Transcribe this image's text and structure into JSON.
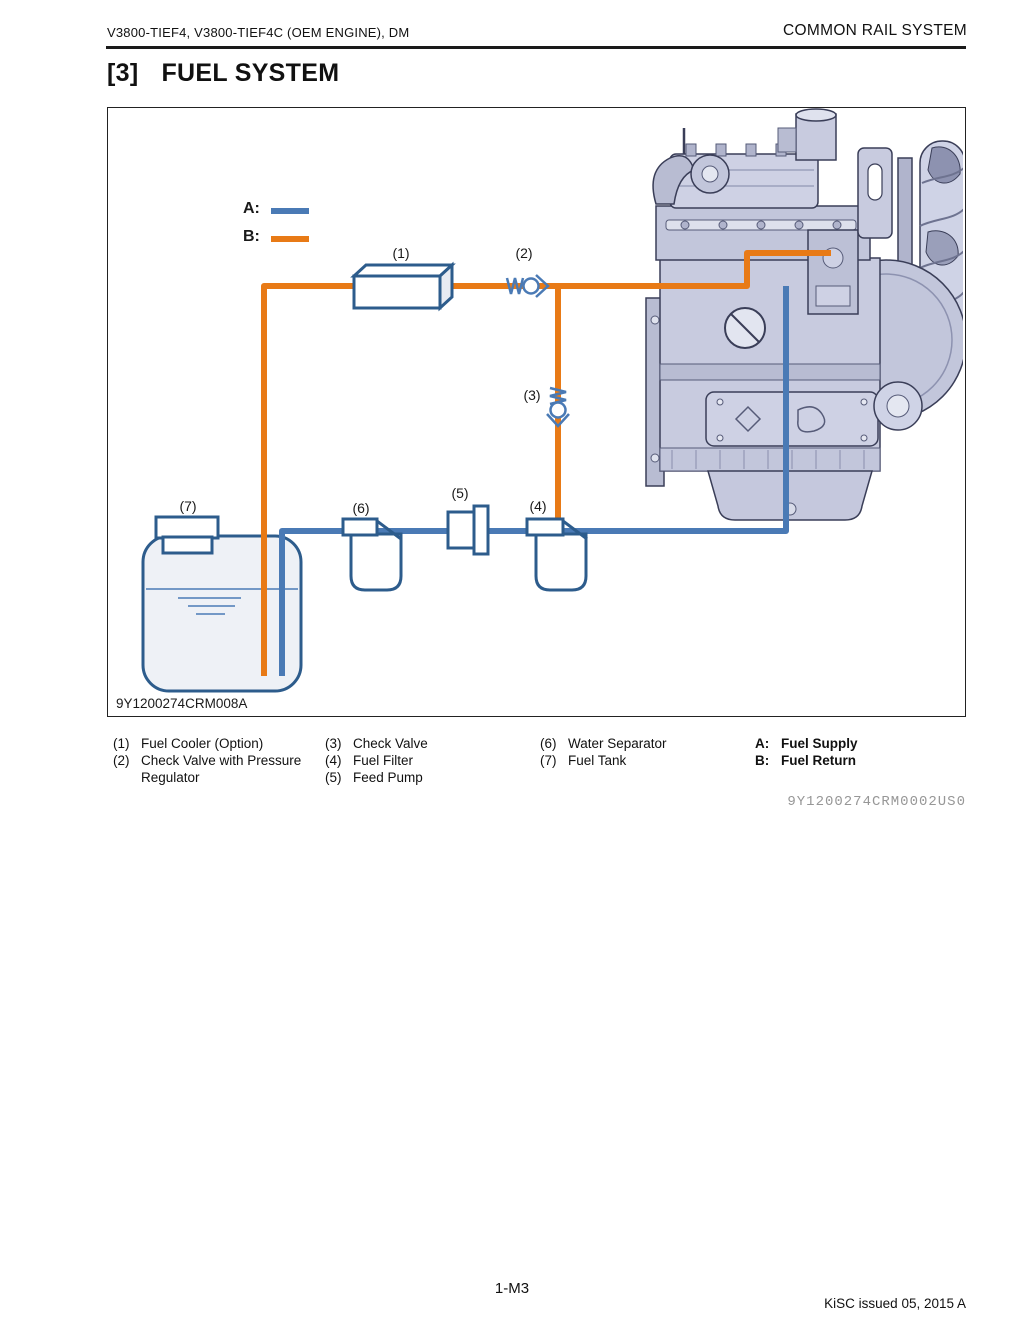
{
  "header": {
    "left": "V3800-TIEF4, V3800-TIEF4C (OEM ENGINE), DM",
    "right": "COMMON RAIL SYSTEM"
  },
  "title": {
    "index": "[3]",
    "text": "FUEL SYSTEM"
  },
  "diagram": {
    "caption": "9Y1200274CRM008A",
    "legend": {
      "a": "A:",
      "b": "B:"
    },
    "labels": {
      "p1": "(1)",
      "p2": "(2)",
      "p3": "(3)",
      "p4": "(4)",
      "p5": "(5)",
      "p6": "(6)",
      "p7": "(7)"
    },
    "colors": {
      "supply": "#4a7ab5",
      "return": "#e87a16",
      "component_outline": "#2d5c8c",
      "tank_fill": "#eef1f6"
    }
  },
  "parts_list": {
    "items": [
      {
        "num": "(1)",
        "label": "Fuel Cooler (Option)"
      },
      {
        "num": "(2)",
        "label": "Check Valve with Pressure Regulator"
      },
      {
        "num": "(3)",
        "label": "Check Valve"
      },
      {
        "num": "(4)",
        "label": "Fuel Filter"
      },
      {
        "num": "(5)",
        "label": "Feed Pump"
      },
      {
        "num": "(6)",
        "label": "Water Separator"
      },
      {
        "num": "(7)",
        "label": "Fuel Tank"
      },
      {
        "num": "A:",
        "label": "Fuel Supply"
      },
      {
        "num": "B:",
        "label": "Fuel Return"
      }
    ]
  },
  "footer": {
    "figure_code": "9Y1200274CRM0002US0",
    "page_number": "1-M3",
    "issue_note": "KiSC issued 05, 2015 A"
  }
}
